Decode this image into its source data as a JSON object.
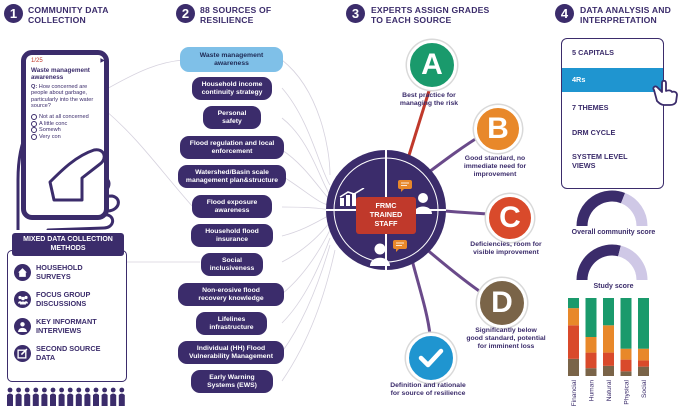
{
  "steps": [
    {
      "num": "1",
      "title_l1": "COMMUNITY DATA",
      "title_l2": "COLLECTION"
    },
    {
      "num": "2",
      "title_l1": "88 SOURCES OF",
      "title_l2": "RESILIENCE"
    },
    {
      "num": "3",
      "title_l1": "EXPERTS ASSIGN GRADES",
      "title_l2": "TO EACH SOURCE"
    },
    {
      "num": "4",
      "title_l1": "DATA ANALYSIS AND",
      "title_l2": "INTERPRETATION"
    }
  ],
  "phone": {
    "counter": "1/25",
    "arrow": "▶",
    "question_title": "Waste management awareness",
    "question_label": "Q:",
    "question_text": "How concerned are people about garbage, particularly into the water source?",
    "options": [
      "Not at all concerned",
      "A little conc",
      "Somewh",
      "Very con"
    ]
  },
  "methods": {
    "title": "MIXED DATA COLLECTION METHODS",
    "items": [
      {
        "label_l1": "HOUSEHOLD",
        "label_l2": "SURVEYS",
        "icon": "house-icon"
      },
      {
        "label_l1": "FOCUS GROUP",
        "label_l2": "DISCUSSIONS",
        "icon": "group-icon"
      },
      {
        "label_l1": "KEY INFORMANT",
        "label_l2": "INTERVIEWS",
        "icon": "informant-icon"
      },
      {
        "label_l1": "SECOND SOURCE",
        "label_l2": "DATA",
        "icon": "document-edit-icon"
      }
    ]
  },
  "sources": [
    {
      "l1": "Waste management",
      "l2": "awareness",
      "active": true
    },
    {
      "l1": "Household income",
      "l2": "continuity strategy"
    },
    {
      "l1": "Personal",
      "l2": "safety"
    },
    {
      "l1": "Flood regulation and local",
      "l2": "enforcement"
    },
    {
      "l1": "Watershed/Basin scale",
      "l2": "management plan&structure"
    },
    {
      "l1": "Flood exposure",
      "l2": "awareness"
    },
    {
      "l1": "Household flood",
      "l2": "insurance"
    },
    {
      "l1": "Social",
      "l2": "inclusiveness"
    },
    {
      "l1": "Non-erosive flood",
      "l2": "recovery knowledge"
    },
    {
      "l1": "Lifelines",
      "l2": "infrastructure"
    },
    {
      "l1": "Individual (HH) Flood",
      "l2": "Vulnerability Management"
    },
    {
      "l1": "Early Warning",
      "l2": "Systems (EWS)"
    }
  ],
  "experts": {
    "center_l1": "FRMC",
    "center_l2": "TRAINED",
    "center_l3": "STAFF"
  },
  "grades": [
    {
      "letter": "A",
      "color": "#1a9a6c",
      "cap_l1": "Best practice for",
      "cap_l2": "managing the risk",
      "cap_l3": ""
    },
    {
      "letter": "B",
      "color": "#e8882a",
      "cap_l1": "Good standard, no",
      "cap_l2": "immediate need for",
      "cap_l3": "improvement"
    },
    {
      "letter": "C",
      "color": "#d94a2b",
      "cap_l1": "Deficiencies, room for",
      "cap_l2": "visible improvement",
      "cap_l3": ""
    },
    {
      "letter": "D",
      "color": "#7a6448",
      "cap_l1": "Significantly below",
      "cap_l2": "good standard, potential",
      "cap_l3": "for imminent loss"
    },
    {
      "letter": "✓",
      "color": "#1f95d0",
      "cap_l1": "Definition and rationale",
      "cap_l2": "for source of resilience",
      "cap_l3": ""
    }
  ],
  "analysis": {
    "menu": [
      "5 CAPITALS",
      "4Rs",
      "7 THEMES",
      "DRM CYCLE",
      "SYSTEM LEVEL",
      "VIEWS"
    ],
    "highlight": "4Rs",
    "gauge1_label": "Overall community score",
    "gauge1_fraction": 0.62,
    "gauge2_label": "Study score",
    "gauge2_fraction": 0.58
  },
  "chart_data": {
    "type": "bar",
    "categories": [
      "Financial",
      "Human",
      "Natural",
      "Physical",
      "Social"
    ],
    "series": [
      {
        "color": "#7a6448",
        "values": [
          0.22,
          0.1,
          0.13,
          0.06,
          0.12
        ]
      },
      {
        "color": "#d94a2b",
        "values": [
          0.43,
          0.2,
          0.17,
          0.15,
          0.08
        ]
      },
      {
        "color": "#e8882a",
        "values": [
          0.22,
          0.2,
          0.35,
          0.14,
          0.15
        ]
      },
      {
        "color": "#1a9a6c",
        "values": [
          0.13,
          0.5,
          0.35,
          0.65,
          0.65
        ]
      }
    ],
    "ylim": [
      0,
      1
    ]
  }
}
